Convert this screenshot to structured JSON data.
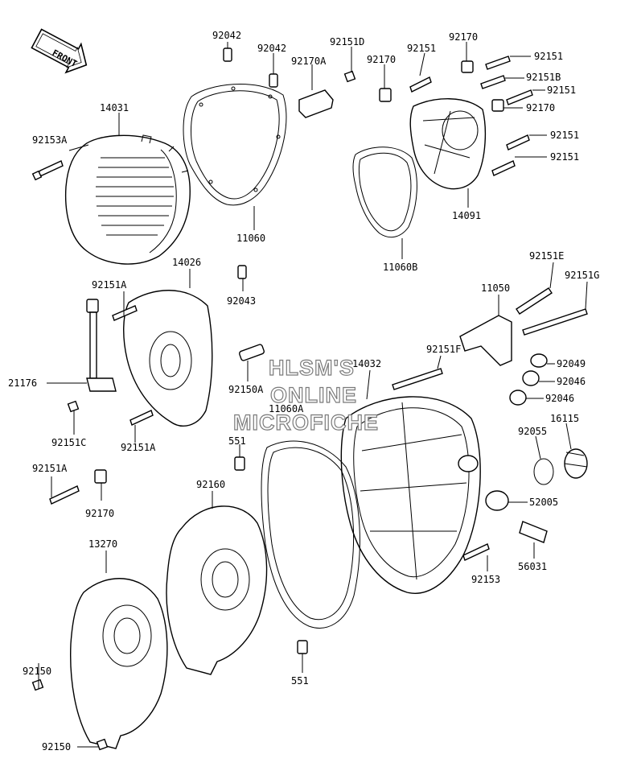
{
  "front_badge": "FRONT",
  "watermark": [
    "HLSM'S",
    "ONLINE",
    "MICROFICHE"
  ],
  "labels": {
    "p92042a": "92042",
    "p92042b": "92042",
    "p92151d": "92151D",
    "p92170a": "92170A",
    "p92151_top": "92151",
    "p92170_top": "92170",
    "p92170_mid": "92170",
    "p92151_r1": "92151",
    "p92151b": "92151B",
    "p92151_r2": "92151",
    "p92170_r": "92170",
    "p92151_r3": "92151",
    "p92151_r4": "92151",
    "p14031": "14031",
    "p92153a": "92153A",
    "p11060": "11060",
    "p11060b": "11060B",
    "p14091": "14091",
    "p14026": "14026",
    "p92151a_1": "92151A",
    "p92043": "92043",
    "p92151e": "92151E",
    "p92151g": "92151G",
    "p11050": "11050",
    "p92151f": "92151F",
    "p14032": "14032",
    "p21176": "21176",
    "p92150a": "92150A",
    "p11060a": "11060A",
    "p92049": "92049",
    "p92046a": "92046",
    "p92046b": "92046",
    "p92151c": "92151C",
    "p92151a_2": "92151A",
    "p16115": "16115",
    "p92055": "92055",
    "p551a": "551",
    "p92151a_3": "92151A",
    "p92170_l": "92170",
    "p92160": "92160",
    "p52005": "52005",
    "p13270": "13270",
    "p56031": "56031",
    "p92153": "92153",
    "p92150a_b": "92150",
    "p551b": "551",
    "p92150b": "92150"
  }
}
